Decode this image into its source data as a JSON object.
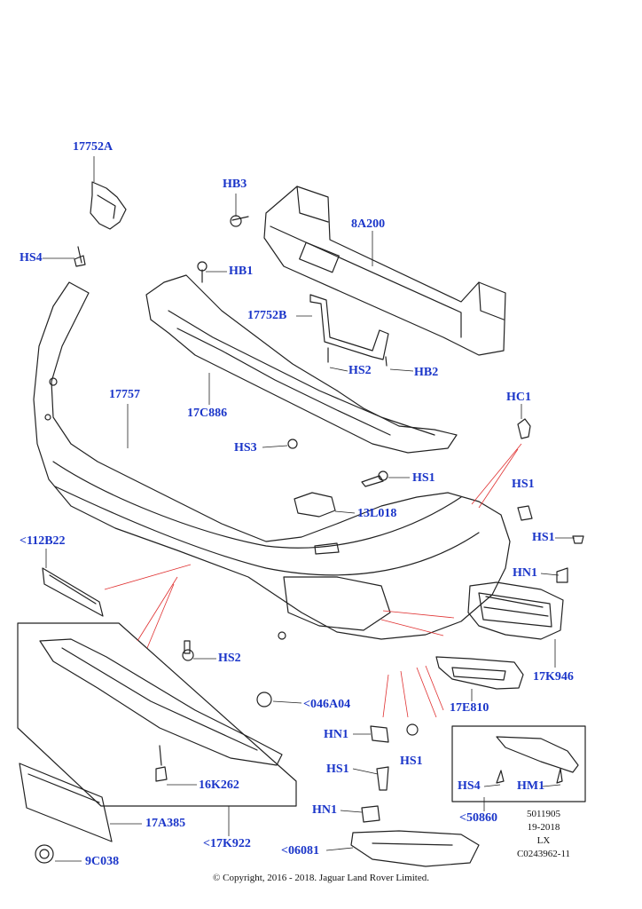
{
  "diagram": {
    "callouts": [
      {
        "id": "17752A",
        "text": "17752A"
      },
      {
        "id": "HS4_top",
        "text": "HS4"
      },
      {
        "id": "HB3",
        "text": "HB3"
      },
      {
        "id": "8A200",
        "text": "8A200"
      },
      {
        "id": "HB1",
        "text": "HB1"
      },
      {
        "id": "17752B",
        "text": "17752B"
      },
      {
        "id": "HS2_mid",
        "text": "HS2"
      },
      {
        "id": "HB2",
        "text": "HB2"
      },
      {
        "id": "17757",
        "text": "17757"
      },
      {
        "id": "17C886",
        "text": "17C886"
      },
      {
        "id": "HS3",
        "text": "HS3"
      },
      {
        "id": "HC1",
        "text": "HC1"
      },
      {
        "id": "HS1_mid",
        "text": "HS1"
      },
      {
        "id": "13L018",
        "text": "13L018"
      },
      {
        "id": "HS1_right",
        "text": "HS1"
      },
      {
        "id": "HS1_right2",
        "text": "HS1"
      },
      {
        "id": "HN1_right",
        "text": "HN1"
      },
      {
        "id": "112B22",
        "text": "<112B22"
      },
      {
        "id": "17K946",
        "text": "17K946"
      },
      {
        "id": "HS2_low",
        "text": "HS2"
      },
      {
        "id": "046A04",
        "text": "<046A04"
      },
      {
        "id": "17E810",
        "text": "17E810"
      },
      {
        "id": "HN1_low",
        "text": "HN1"
      },
      {
        "id": "HS1_low",
        "text": "HS1"
      },
      {
        "id": "HS1_low2",
        "text": "HS1"
      },
      {
        "id": "16K262",
        "text": "16K262"
      },
      {
        "id": "HS4_low",
        "text": "HS4"
      },
      {
        "id": "HM1",
        "text": "HM1"
      },
      {
        "id": "17A385",
        "text": "17A385"
      },
      {
        "id": "HN1_low2",
        "text": "HN1"
      },
      {
        "id": "50860",
        "text": "<50860"
      },
      {
        "id": "17K922",
        "text": "<17K922"
      },
      {
        "id": "06081",
        "text": "<06081"
      },
      {
        "id": "9C038",
        "text": "9C038"
      }
    ],
    "meta_lines": [
      "5011905",
      "19-2018",
      "LX",
      "C0243962-11"
    ],
    "copyright": "© Copyright, 2016 - 2018. Jaguar Land Rover Limited.",
    "colors": {
      "callout": "#1a35c9",
      "leader": "#e03030",
      "line": "#222222"
    }
  }
}
